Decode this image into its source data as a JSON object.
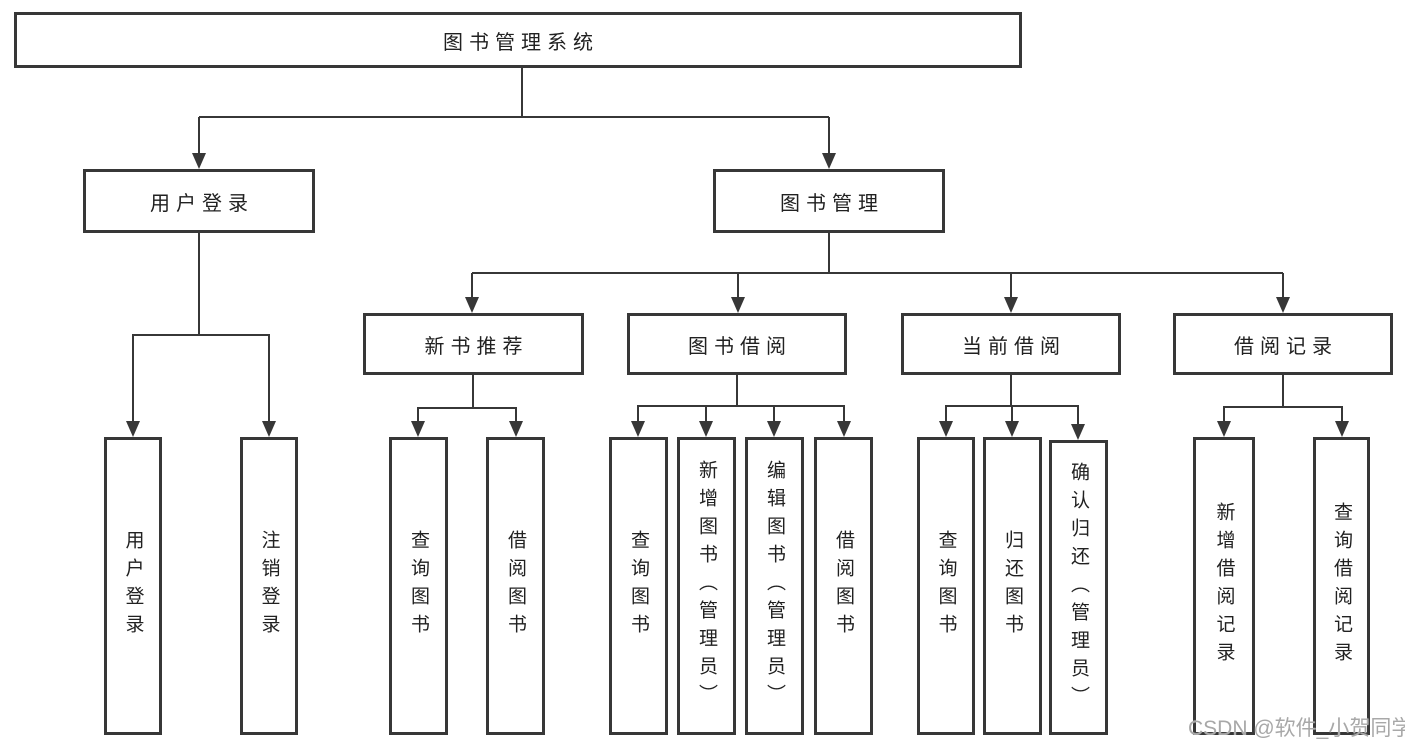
{
  "chart": {
    "root_label": "图书管理系统",
    "user_login": {
      "label": "用户登录",
      "children": [
        "用户登录",
        "注销登录"
      ]
    },
    "book_management": {
      "label": "图书管理"
    },
    "groups": [
      {
        "label": "新书推荐",
        "children": [
          "查询图书",
          "借阅图书"
        ]
      },
      {
        "label": "图书借阅",
        "children": [
          "查询图书",
          "新增图书（管理员）",
          "编辑图书（管理员）",
          "借阅图书"
        ]
      },
      {
        "label": "当前借阅",
        "children": [
          "查询图书",
          "归还图书",
          "确认归还（管理员）"
        ]
      },
      {
        "label": "借阅记录",
        "children": [
          "新增借阅记录",
          "查询借阅记录"
        ]
      }
    ],
    "watermark": "CSDN @软件_小贺同学"
  },
  "colors": {
    "line": "#373737",
    "border": "#373737",
    "text": "#212121",
    "watermark": "#a8a8a8",
    "background": "#ffffff"
  }
}
